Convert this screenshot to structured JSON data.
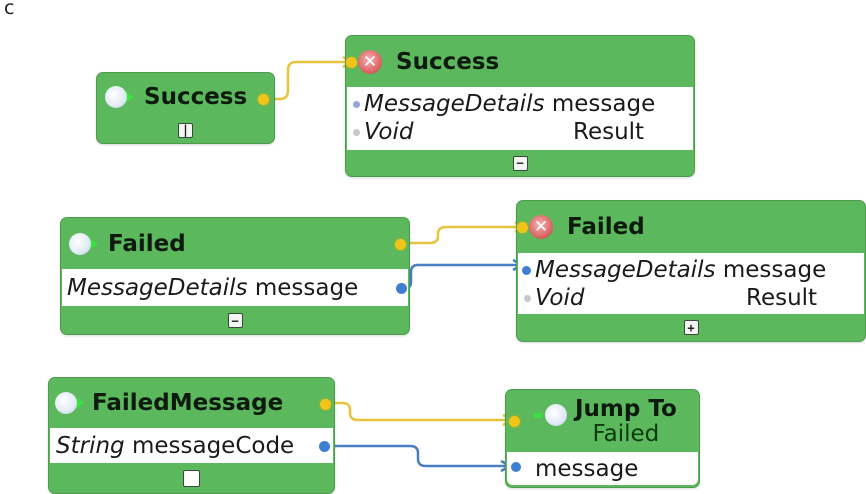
{
  "panel": {
    "label": "c"
  },
  "colors": {
    "node_green": "#5cb85c",
    "exec_wire": "#e8c33c",
    "data_wire": "#4a7fc4",
    "exec_port": "#f0c419",
    "data_port": "#3f7fd1"
  },
  "nodes": [
    {
      "id": "success-event",
      "kind": "event",
      "icon": "event-trigger-icon",
      "title": "Success",
      "params": [],
      "toggle": "|"
    },
    {
      "id": "success-handler",
      "kind": "error-call",
      "icon": "error-x-icon",
      "title": "Success",
      "params": [
        {
          "type": "MessageDetails",
          "name": "message"
        },
        {
          "type": "Void",
          "name": "Result"
        }
      ],
      "toggle": "−"
    },
    {
      "id": "failed-event",
      "kind": "event",
      "icon": "event-trigger-icon",
      "title": "Failed",
      "params": [
        {
          "type": "MessageDetails",
          "name": "message"
        }
      ],
      "toggle": "−"
    },
    {
      "id": "failed-handler",
      "kind": "error-call",
      "icon": "error-x-icon",
      "title": "Failed",
      "params": [
        {
          "type": "MessageDetails",
          "name": "message"
        },
        {
          "type": "Void",
          "name": "Result"
        }
      ],
      "toggle": "+"
    },
    {
      "id": "failedmessage-event",
      "kind": "event",
      "icon": "event-trigger-icon",
      "title": "FailedMessage",
      "params": [
        {
          "type": "String",
          "name": "messageCode"
        }
      ],
      "toggle": ""
    },
    {
      "id": "jump-to",
      "kind": "jump",
      "icon": "jump-target-icon",
      "title": "Jump To",
      "subtitle": "Failed",
      "params": [
        {
          "type": "",
          "name": "message"
        }
      ]
    }
  ],
  "connections": [
    {
      "from": "success-event",
      "to": "success-handler",
      "kind": "exec"
    },
    {
      "from": "failed-event",
      "to": "failed-handler",
      "kind": "exec"
    },
    {
      "from": "failed-event.message",
      "to": "failed-handler.message",
      "kind": "data"
    },
    {
      "from": "failedmessage-event",
      "to": "jump-to",
      "kind": "exec"
    },
    {
      "from": "failedmessage-event.messageCode",
      "to": "jump-to.message",
      "kind": "data"
    }
  ]
}
